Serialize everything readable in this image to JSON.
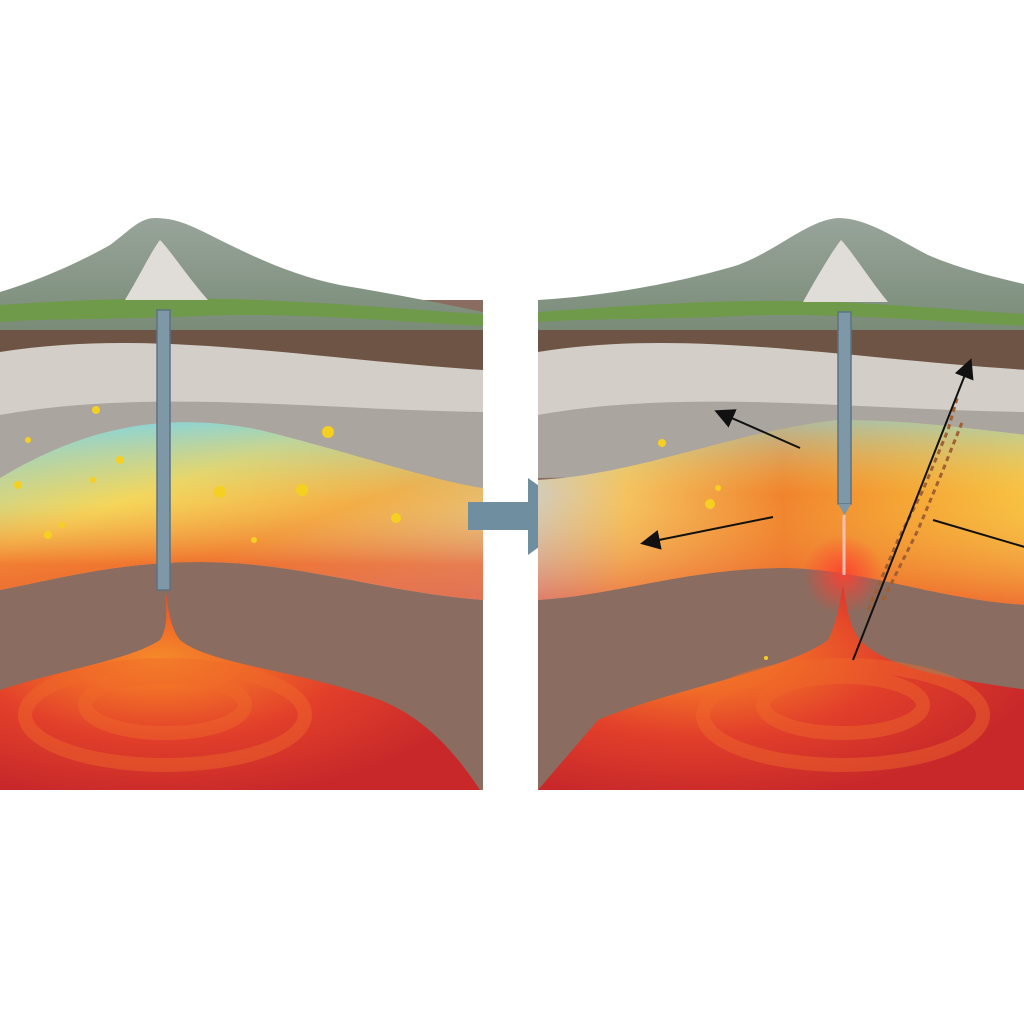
{
  "diagram": {
    "panels": [
      {
        "id": "before",
        "features": [
          "volcano",
          "well-pipe",
          "aquifer-layer",
          "magma-chamber",
          "mineral-particles"
        ]
      },
      {
        "id": "after",
        "features": [
          "volcano",
          "well-pipe",
          "aquifer-layer",
          "magma-chamber",
          "fracture-zone",
          "flow-arrows"
        ]
      }
    ],
    "transition_icon": "right-arrow-icon",
    "colors": {
      "mountain": "#8a9a8c",
      "grass": "#6f9a4a",
      "soil": "#6e5444",
      "light_rock": "#cfcac4",
      "gray_rock": "#a8a39d",
      "aquifer_blue": "#7fd3e6",
      "aquifer_yellow": "#f5c93a",
      "aquifer_orange": "#f07a28",
      "deep_rock": "#8a6c60",
      "magma": "#d9302a",
      "magma_core": "#f58a2a",
      "pipe": "#7f98a8",
      "arrow": "#6f8ea0"
    }
  }
}
